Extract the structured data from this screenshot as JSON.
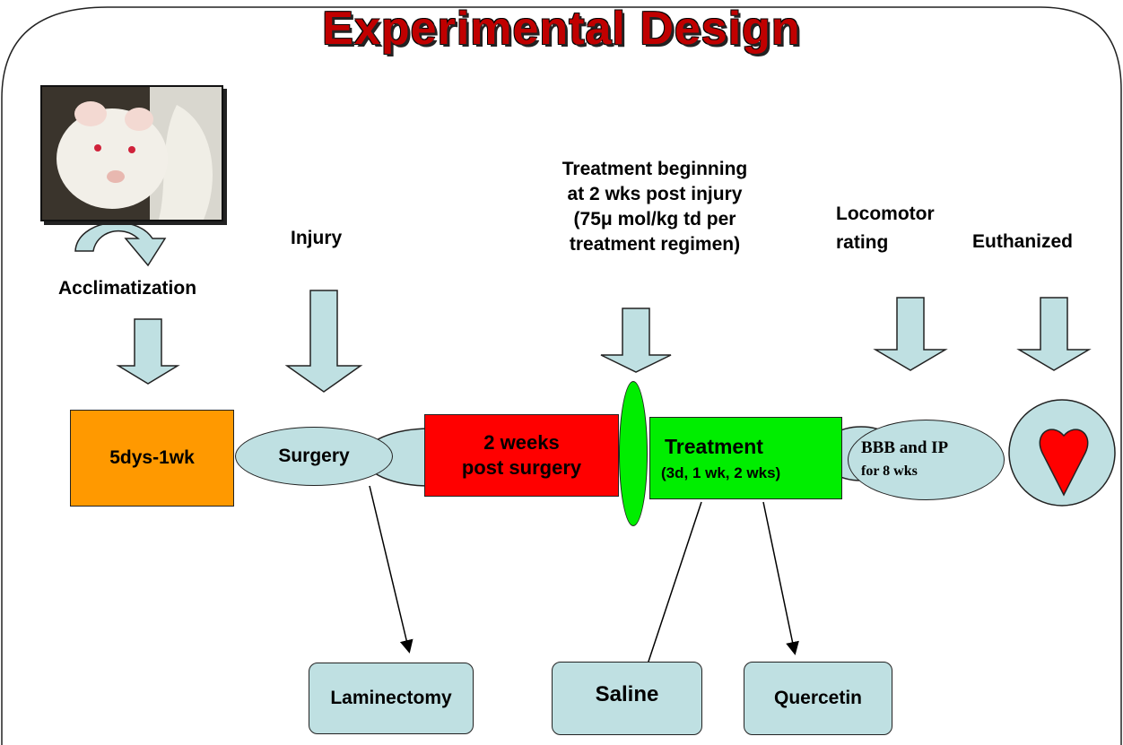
{
  "title": "Experimental Design",
  "labels": {
    "acclimatization": "Acclimatization",
    "injury": "Injury",
    "treatment_header_1": "Treatment beginning",
    "treatment_header_2": "at 2 wks post injury",
    "treatment_header_3": "(75μ mol/kg td per",
    "treatment_header_4": "treatment regimen)",
    "locomotor_1": "Locomotor",
    "locomotor_2": "rating",
    "euthanized": "Euthanized"
  },
  "stages": {
    "acclimatization_box": "5dys-1wk",
    "surgery": "Surgery",
    "post_surgery_1": "2 weeks",
    "post_surgery_2": "post surgery",
    "treatment_1": "Treatment",
    "treatment_2": "(3d, 1 wk, 2 wks)",
    "bbb_1": "BBB and IP",
    "bbb_2": "for 8 wks"
  },
  "outcomes": {
    "laminectomy": "Laminectomy",
    "saline": "Saline",
    "quercetin": "Quercetin"
  },
  "colors": {
    "arrow_fill": "#bfe0e2",
    "acclimatization_box": "#ff9900",
    "post_surgery": "#ff0000",
    "treatment": "#00ee00",
    "heart": "#ff0000",
    "title": "#c00000"
  },
  "icons": {
    "photo": "rat-photo",
    "curved_arrow": "curved-arrow-icon",
    "heart": "heart-icon"
  }
}
